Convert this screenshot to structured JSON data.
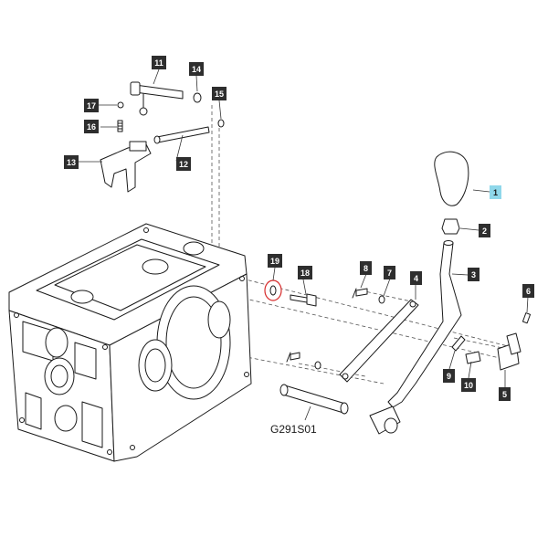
{
  "diagram": {
    "drawing_code": "G291S01",
    "callouts": [
      {
        "id": "p1",
        "label": "1",
        "highlighted": true
      },
      {
        "id": "p2",
        "label": "2",
        "highlighted": false
      },
      {
        "id": "p3",
        "label": "3",
        "highlighted": false
      },
      {
        "id": "p4",
        "label": "4",
        "highlighted": false
      },
      {
        "id": "p5",
        "label": "5",
        "highlighted": false
      },
      {
        "id": "p6",
        "label": "6",
        "highlighted": false
      },
      {
        "id": "p7",
        "label": "7",
        "highlighted": false
      },
      {
        "id": "p8",
        "label": "8",
        "highlighted": false
      },
      {
        "id": "p9",
        "label": "9",
        "highlighted": false
      },
      {
        "id": "p10",
        "label": "10",
        "highlighted": false
      },
      {
        "id": "p11",
        "label": "11",
        "highlighted": false
      },
      {
        "id": "p12",
        "label": "12",
        "highlighted": false
      },
      {
        "id": "p13",
        "label": "13",
        "highlighted": false
      },
      {
        "id": "p14",
        "label": "14",
        "highlighted": false
      },
      {
        "id": "p15",
        "label": "15",
        "highlighted": false
      },
      {
        "id": "p16",
        "label": "16",
        "highlighted": false
      },
      {
        "id": "p17",
        "label": "17",
        "highlighted": false
      },
      {
        "id": "p18",
        "label": "18",
        "highlighted": false
      },
      {
        "id": "p19",
        "label": "19",
        "highlighted": false
      }
    ],
    "colors": {
      "highlight": "#8fd7ea",
      "tag": "#2e2e2e",
      "marker": "#d62b2b"
    }
  }
}
